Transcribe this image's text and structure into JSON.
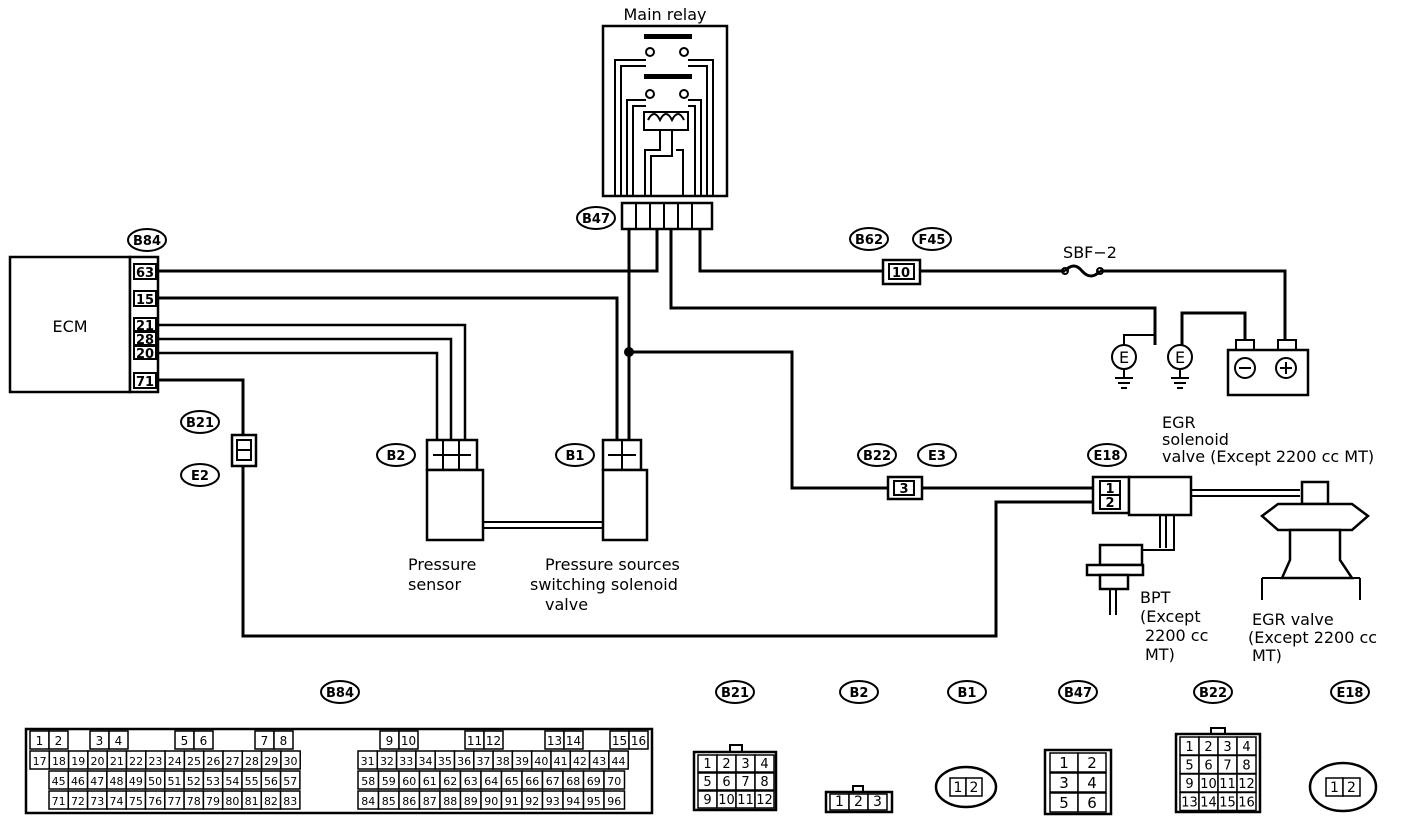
{
  "components": {
    "ecm": "ECM",
    "main_relay": "Main relay",
    "sbf": "SBF−2",
    "ground1": "E",
    "ground2": "E",
    "pressure_sensor_1": "Pressure",
    "pressure_sensor_2": "sensor",
    "pss_valve_1": "Pressure sources",
    "pss_valve_2": "switching solenoid",
    "pss_valve_3": "valve",
    "egr_sol_1": "EGR",
    "egr_sol_2": "solenoid",
    "egr_sol_3": "valve (Except 2200 cc MT)",
    "bpt_1": "BPT",
    "bpt_2": "(Except",
    "bpt_3": "2200 cc",
    "bpt_4": "MT)",
    "egr_valve_1": "EGR valve",
    "egr_valve_2": "(Except 2200 cc",
    "egr_valve_3": "MT)"
  },
  "connector_tags": {
    "b84": "B84",
    "b47": "B47",
    "b62": "B62",
    "f45": "F45",
    "b21": "B21",
    "e2": "E2",
    "b2": "B2",
    "b1": "B1",
    "b22": "B22",
    "e3": "E3",
    "e18": "E18"
  },
  "ecm_pins": [
    "63",
    "15",
    "21",
    "28",
    "20",
    "71"
  ],
  "inline_pins": {
    "b62_f45": "10",
    "b22_e3": "3",
    "e18_1": "1",
    "e18_2": "2"
  },
  "legend_tags": {
    "b84": "B84",
    "b21": "B21",
    "b2": "B2",
    "b1": "B1",
    "b47": "B47",
    "b22": "B22",
    "e18": "E18"
  },
  "b84_rows": [
    [
      "1",
      "2",
      "3",
      "4",
      "5",
      "6",
      "7",
      "8",
      "9",
      "10",
      "11",
      "12",
      "13",
      "14",
      "15",
      "16"
    ],
    [
      "17",
      "18",
      "19",
      "20",
      "21",
      "22",
      "23",
      "24",
      "25",
      "26",
      "27",
      "28",
      "29",
      "30",
      "31",
      "32",
      "33",
      "34",
      "35",
      "36",
      "37",
      "38",
      "39",
      "40",
      "41",
      "42",
      "43",
      "44"
    ],
    [
      "45",
      "46",
      "47",
      "48",
      "49",
      "50",
      "51",
      "52",
      "53",
      "54",
      "55",
      "56",
      "57",
      "58",
      "59",
      "60",
      "61",
      "62",
      "63",
      "64",
      "65",
      "66",
      "67",
      "68",
      "69",
      "70"
    ],
    [
      "71",
      "72",
      "73",
      "74",
      "75",
      "76",
      "77",
      "78",
      "79",
      "80",
      "81",
      "82",
      "83",
      "84",
      "85",
      "86",
      "87",
      "88",
      "89",
      "90",
      "91",
      "92",
      "93",
      "94",
      "95",
      "96"
    ]
  ],
  "b21_pins": [
    "1",
    "2",
    "3",
    "4",
    "5",
    "6",
    "7",
    "8",
    "9",
    "10",
    "11",
    "12"
  ],
  "b2_pins": [
    "1",
    "2",
    "3"
  ],
  "b1_pins": [
    "1",
    "2"
  ],
  "b47_pins": [
    "1",
    "2",
    "3",
    "4",
    "5",
    "6"
  ],
  "b22_pins": [
    "1",
    "2",
    "3",
    "4",
    "5",
    "6",
    "7",
    "8",
    "9",
    "10",
    "11",
    "12",
    "13",
    "14",
    "15",
    "16"
  ],
  "e18_pins": [
    "1",
    "2"
  ]
}
